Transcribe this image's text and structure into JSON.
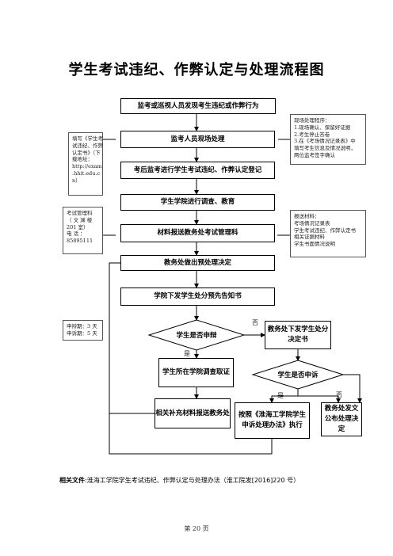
{
  "title": "学生考试违纪、作弊认定与处理流程图",
  "steps": {
    "s1": "监考或巡视人员发现考生违纪或作弊行为",
    "s2": "监考人员现场处理",
    "s3": "考后监考进行学生考试违纪、作弊认定登记",
    "s4": "学生学院进行调查、教育",
    "s5": "材料报送教务处考试管理科",
    "s6": "教务处做出预处理决定",
    "s7": "学院下发学生处分预先告知书",
    "d1": "学生是否申辩",
    "s8": "教务处下发学生处分决定书",
    "s9": "学生所在学院调查取证",
    "d2": "学生是否申诉",
    "s10": "相关补充材料报送教务处",
    "s11": "按照《淮海工学院学生申诉处理办法》执行",
    "s12": "教务处发文公布处理决定"
  },
  "branches": {
    "d1_no": "否",
    "d1_yes": "是",
    "d2_yes": "是",
    "d2_no": "否"
  },
  "notes": {
    "left1": [
      "填写《学生考",
      "试违纪、作弊",
      "认定书》（下",
      "载地址：",
      "http://exam",
      ".hhit.edu.c",
      "n）"
    ],
    "left2": [
      "考试管理科",
      "（ 文 渊 楼",
      "201 室）",
      "电    话 ：",
      "85895111"
    ],
    "left3": [
      "申辩期：3 天",
      "申诉期：5 天"
    ],
    "right1": [
      "现场处理程序：",
      "1.现场确认、保留好证据",
      "2.考生停止答卷",
      "3.在《考场情况记录表》中",
      "填写考生信息及情况说明，",
      "两位监考签字确认"
    ],
    "right2": [
      "报送材料：",
      "考场情况记录表",
      "学生考试违纪、作弊认定书",
      "相关证据材料",
      "学生书面情况说明"
    ]
  },
  "reference": {
    "label": "相关文件",
    "text": ":淮海工学院学生考试违纪、作弊认定与处理办法（淮工院发[2016]220 号）"
  },
  "footer": "第 20 页"
}
